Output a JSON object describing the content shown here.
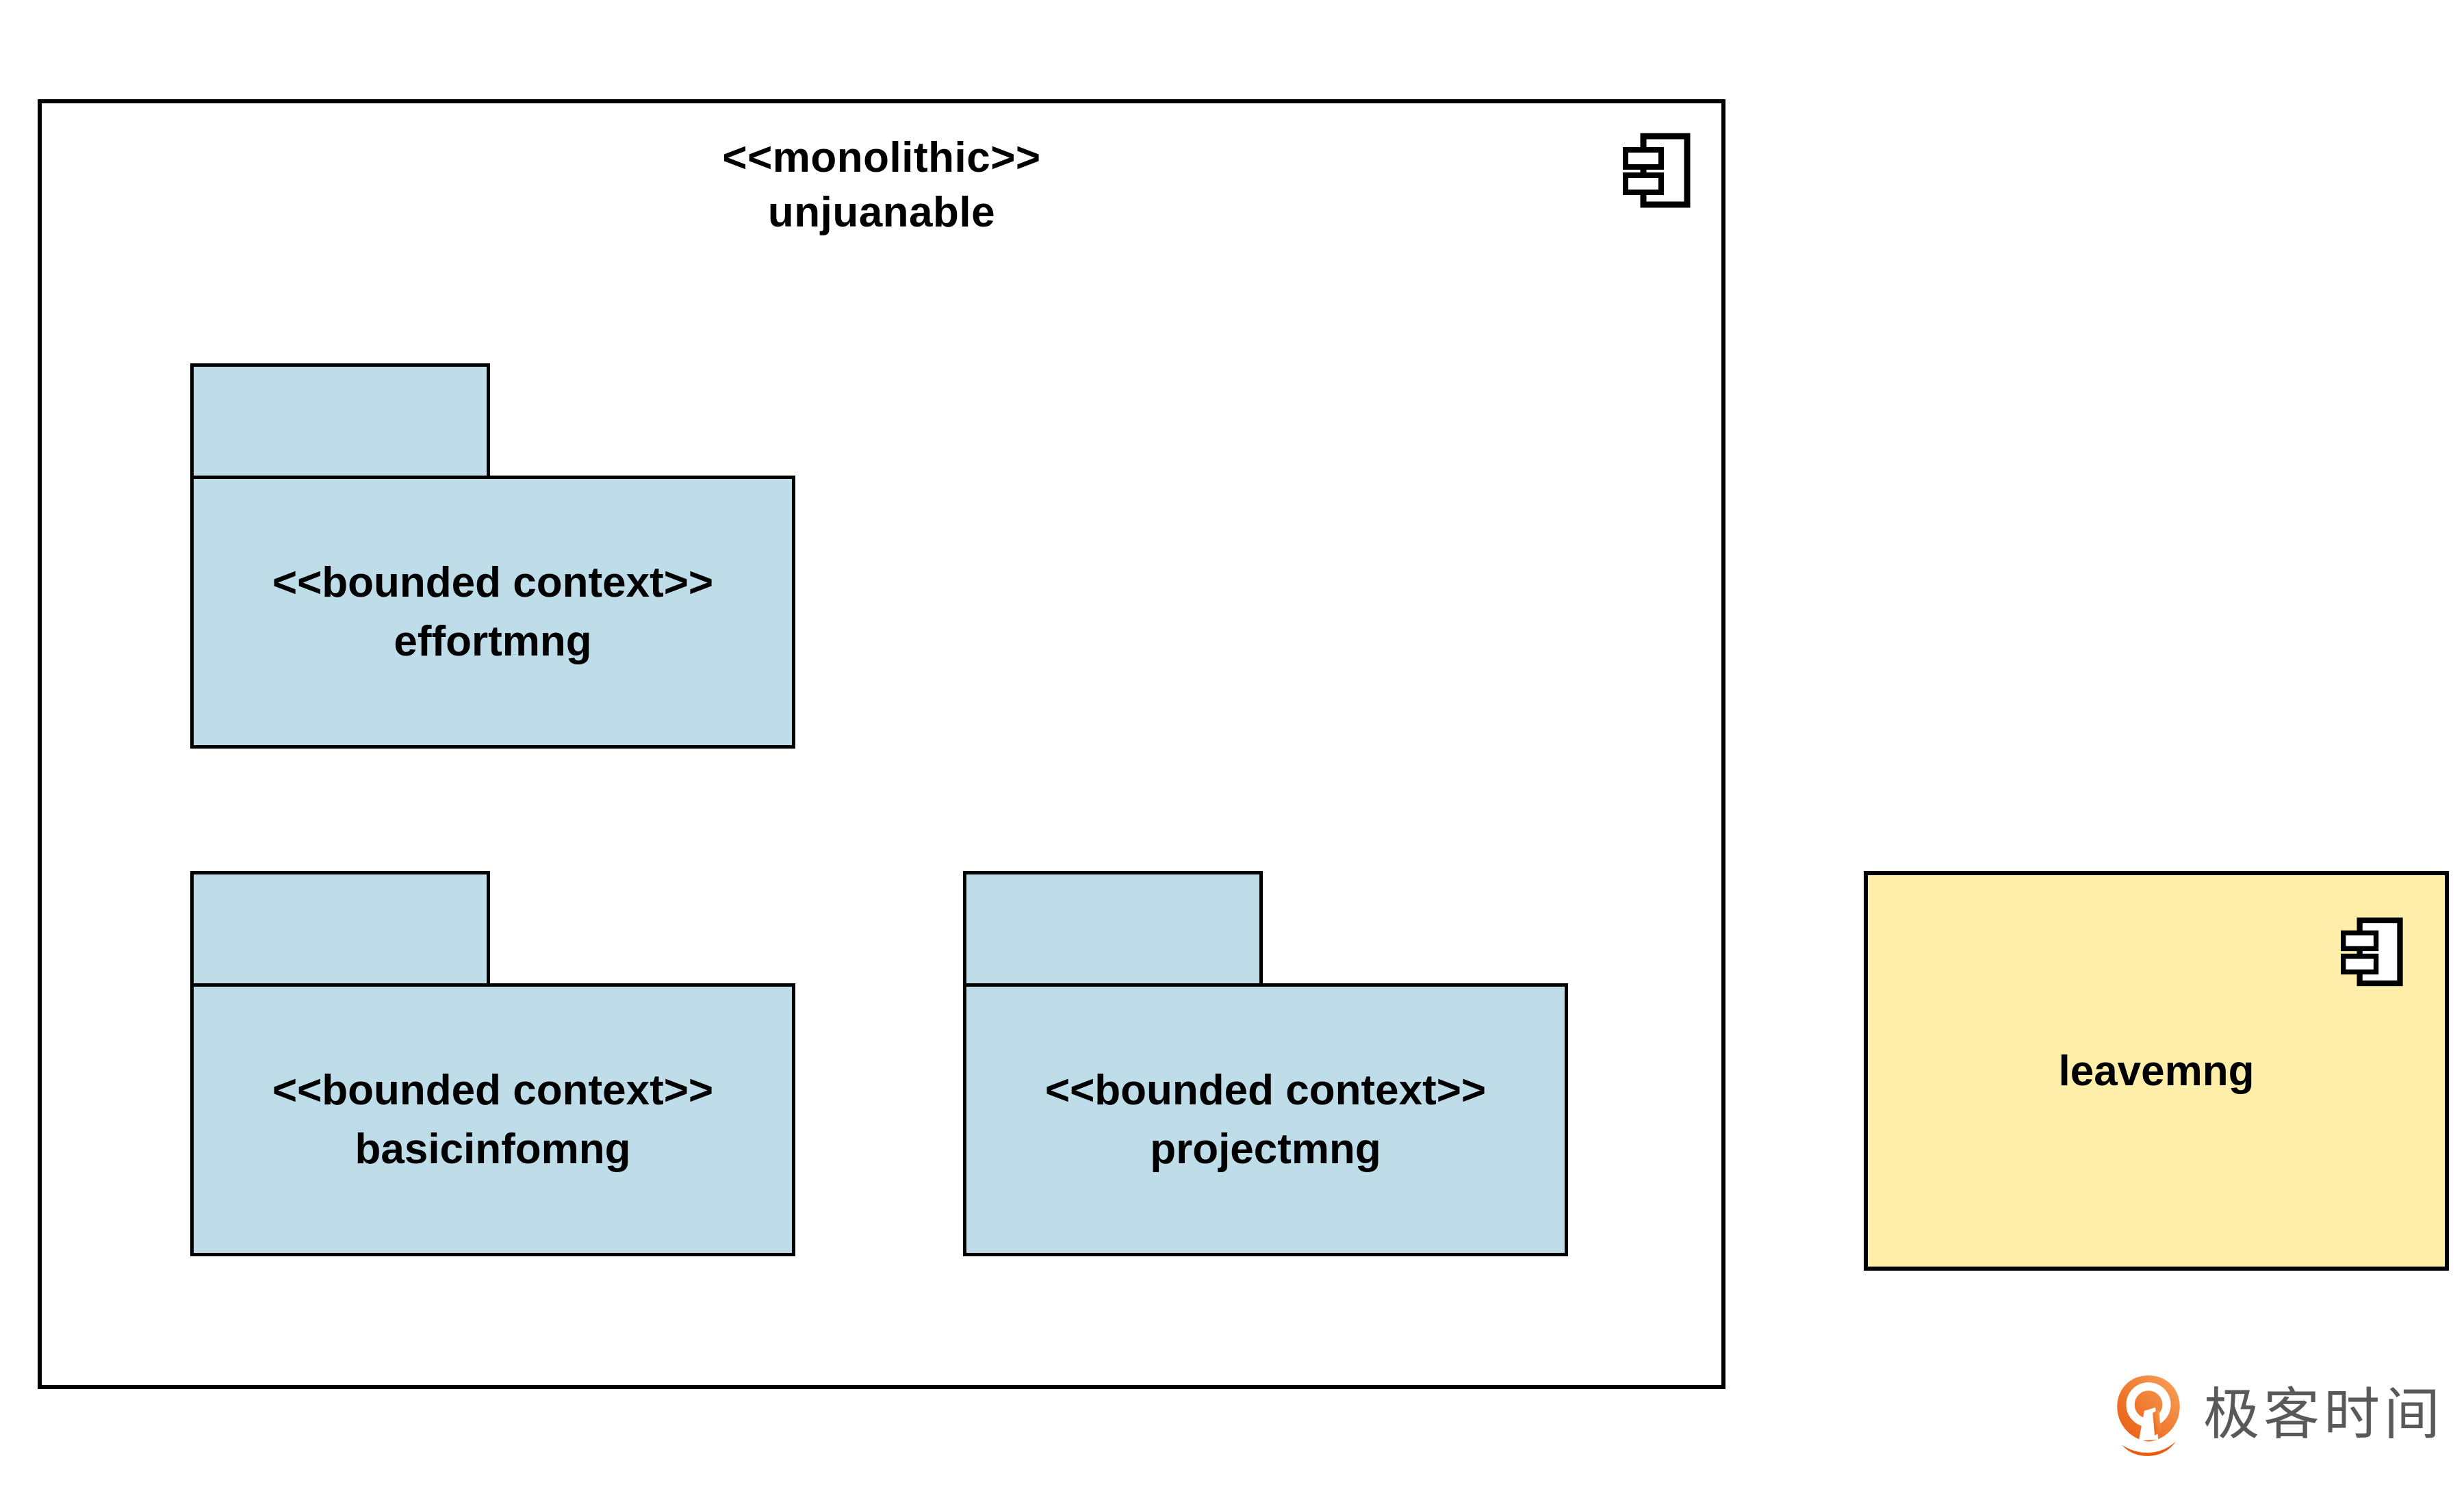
{
  "diagram": {
    "monolith": {
      "stereotype": "<<monolithic>>",
      "name": "unjuanable",
      "icon": "uml-component-icon"
    },
    "packages": [
      {
        "stereotype": "<<bounded context>>",
        "name": "effortmng"
      },
      {
        "stereotype": "<<bounded context>>",
        "name": "basicinfomng"
      },
      {
        "stereotype": "<<bounded context>>",
        "name": "projectmng"
      }
    ],
    "external_component": {
      "name": "leavemng",
      "icon": "uml-component-icon"
    },
    "colors": {
      "package_fill": "#bedde9",
      "external_fill": "#ffedaa",
      "stroke": "#000000",
      "watermark_gray": "#59595c",
      "watermark_orange": "#eb5c10"
    }
  },
  "watermark": {
    "brand": "极客时间"
  }
}
